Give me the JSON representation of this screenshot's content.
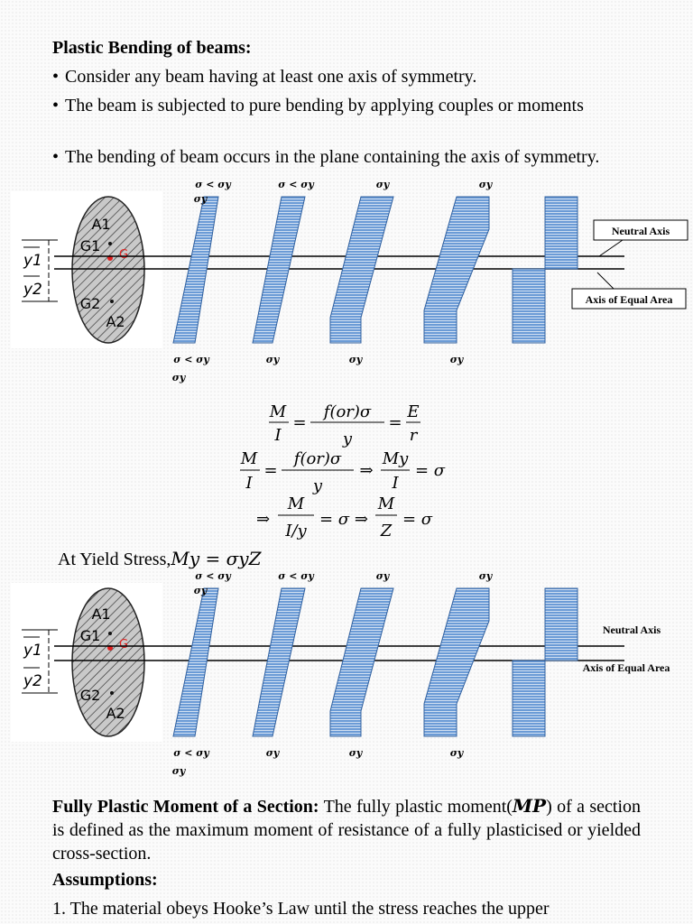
{
  "heading": "Plastic Bending of beams:",
  "bullets": [
    "Consider any beam having at least one axis of symmetry.",
    "The beam is subjected to pure bending by applying couples or moments",
    "The bending of beam occurs in the plane containing the axis of symmetry."
  ],
  "diagram_labels": {
    "top_sig": [
      "σ < σy",
      "σ < σy",
      "σy",
      "σy"
    ],
    "top_sig_extra": "σy",
    "bottom_sig": [
      "σ < σy",
      "σy",
      "σy",
      "σy"
    ],
    "bottom_sig_extra": "σy",
    "neutral_axis": "Neutral Axis",
    "equal_area_axis": "Axis of Equal Area",
    "section": {
      "a1": "A1",
      "g1": "G1",
      "g": "G",
      "g2": "G2",
      "a2": "A2",
      "y1": "y1",
      "y2": "y2"
    }
  },
  "equations": {
    "eq1": {
      "lhs_num": "M",
      "lhs_den": "I",
      "mid_num": "f(or)σ",
      "mid_den": "y",
      "rhs_num": "E",
      "rhs_den": "r"
    },
    "eq2": {
      "lhs_num": "M",
      "lhs_den": "I",
      "mid_num": "f(or)σ",
      "mid_den": "y",
      "arrow": "⇒",
      "rhs_num": "My",
      "rhs_den": "I",
      "result": "= σ"
    },
    "eq3": {
      "arrow": "⇒",
      "frac_num": "M",
      "frac_den": "I/y",
      "mid": "= σ ⇒",
      "frac2_num": "M",
      "frac2_den": "Z",
      "result": "= σ"
    }
  },
  "yield_stress": {
    "label": "At Yield Stress,",
    "formula": "My = σyZ"
  },
  "fully_plastic": {
    "bold": "Fully Plastic Moment of a Section:",
    "text_a": " The fully plastic moment(",
    "symbol": "MP",
    "text_b": ") of a section is defined as the maximum moment of resistance of a fully plasticised or yielded cross-section."
  },
  "assumptions_heading": "Assumptions:",
  "assumption_1": "1.  The material obeys Hooke’s Law until the stress reaches the upper"
}
